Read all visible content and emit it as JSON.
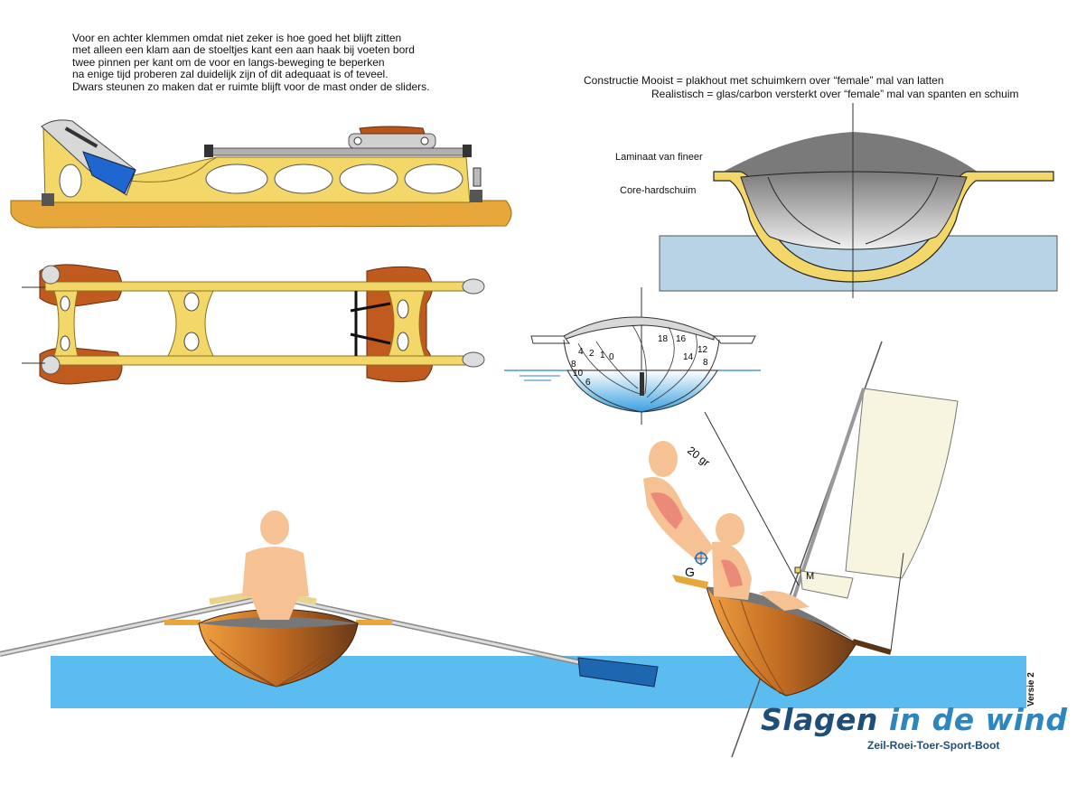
{
  "notes": [
    "Voor en achter klemmen omdat niet zeker is hoe goed het blijft zitten",
    "met alleen een klam aan de stoeltjes kant een aan haak bij voeten bord",
    "twee pinnen per kant om de voor en langs-beweging te beperken",
    "na enige tijd proberen zal duidelijk zijn of dit adequaat is of teveel.",
    "Dwars steunen zo maken dat er ruimte blijft voor de mast onder de sliders."
  ],
  "construction": {
    "line1": "Constructie  Mooist        = plakhout met schuimkern over “female” mal van latten",
    "line2": "Realistisch = glas/carbon versterkt over “female” mal van spanten en schuim"
  },
  "cross_section_labels": {
    "veneer": "Laminaat van fineer",
    "foam": "Core-hardschuim"
  },
  "heel_angles": [
    "18",
    "16",
    "14",
    "12",
    "8",
    "4",
    "2",
    "1",
    "0",
    "8",
    "10",
    "6"
  ],
  "sailing": {
    "angle_label": "20 gr",
    "g_label": "G",
    "m_label": "M"
  },
  "brand": {
    "part1": "Slagen",
    "part2": "in de wind",
    "subtitle": "Zeil-Roei-Toer-Sport-Boot",
    "version": "Versie 2"
  },
  "colors": {
    "water": "#5bbcf0",
    "water_light": "#b8d3e6",
    "frame_yellow": "#f4d769",
    "hull_orange": "#e29b3c",
    "wood_brown": "#b5561e",
    "skin": "#f7c293",
    "sail": "#f7f5df",
    "oar_blade": "#1f66b0"
  }
}
